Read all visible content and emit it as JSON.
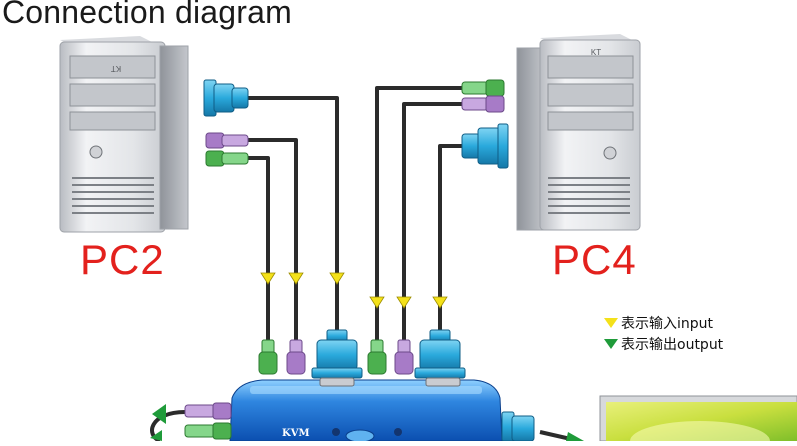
{
  "title": "Connection diagram",
  "pc_left": {
    "label": "PC2",
    "badge": "KT"
  },
  "pc_right": {
    "label": "PC4",
    "badge": "KT"
  },
  "legend": {
    "input": "表示输入input",
    "output": "表示输出output"
  },
  "kvm": {
    "brand": "KVM"
  },
  "colors": {
    "label_red": "#e3211d",
    "cable": "#2b2b2b",
    "input_arrow": "#f4e11a",
    "output_arrow": "#1f9b3a",
    "vga": "#29a8d8",
    "ps2_purple": "#a77bc7",
    "ps2_green": "#4cb04f",
    "kvm_body": "#1f6ecf"
  }
}
